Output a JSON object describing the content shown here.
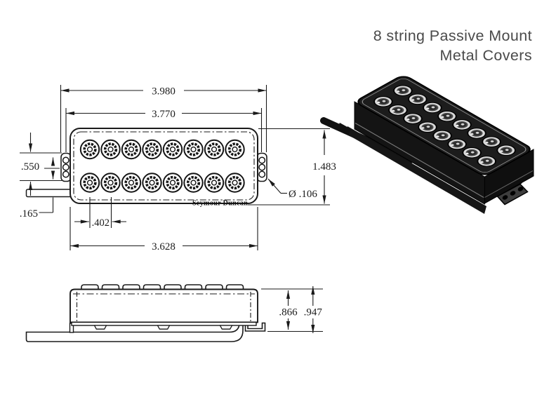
{
  "header": {
    "title_line1": "8 string Passive Mount",
    "title_line2": "Metal Covers"
  },
  "top_view": {
    "logo": "Seymour Duncan",
    "dim_total_width": "3.980",
    "dim_mount_hole_span": "3.770",
    "dim_tab_height": ".550",
    "dim_lead_thickness": ".165",
    "dim_pole_spacing": ".402",
    "dim_body_width": "3.628",
    "dim_body_height": "1.483",
    "dim_hole_dia": "Ø .106"
  },
  "side_view": {
    "dim_cover_height": ".866",
    "dim_total_height": ".947"
  },
  "illustration": {
    "pole_rows": 2,
    "poles_per_row": 8
  },
  "colors": {
    "line": "#1a1a1a",
    "title_text": "#4a4a4a",
    "body_black": "#1c1c1c",
    "pole_metal": "#d9d9d9"
  }
}
